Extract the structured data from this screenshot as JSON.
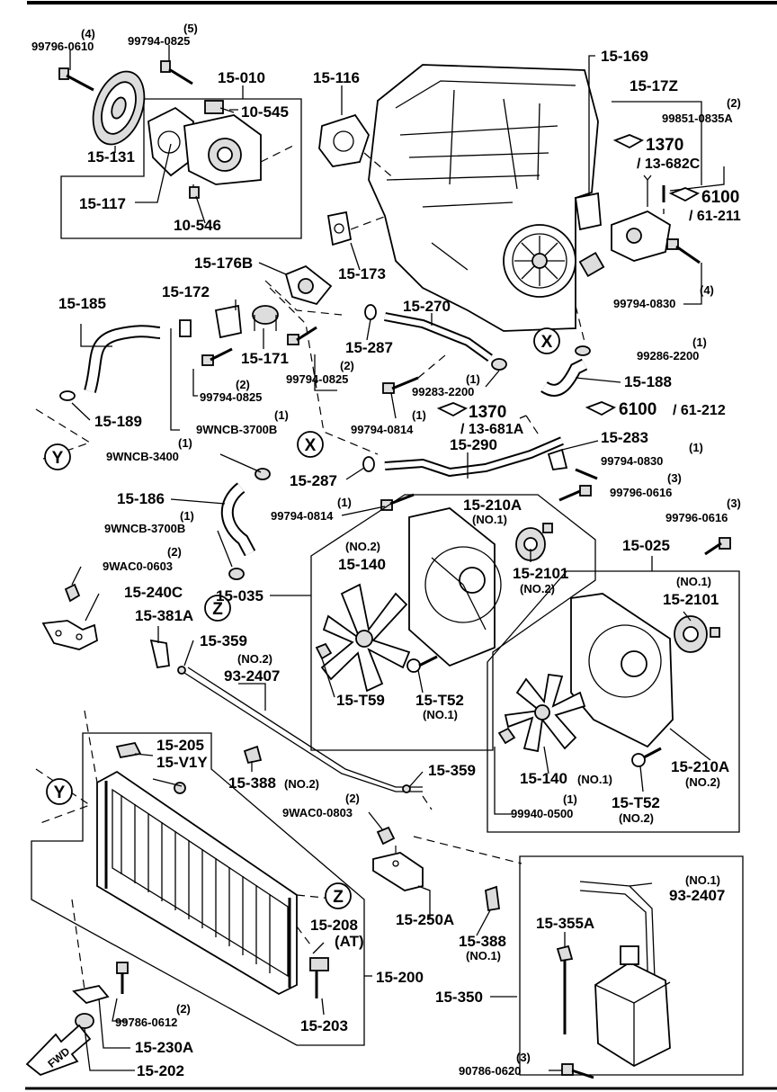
{
  "labels": {
    "q4a": "(4)",
    "b99796_0610": "99796-0610",
    "q5": "(5)",
    "b99794_0825a": "99794-0825",
    "p15_010": "15-010",
    "p15_116": "15-116",
    "p15_169": "15-169",
    "p15_17Z": "15-17Z",
    "p10_545": "10-545",
    "p15_131": "15-131",
    "p15_117": "15-117",
    "p10_546": "10-546",
    "q2a": "(2)",
    "b99851_0835A": "99851-0835A",
    "r1370a": "1370",
    "r13_682C": "/ 13-682C",
    "r6100a": "6100",
    "r61_211": "/ 61-211",
    "p15_173": "15-173",
    "p15_176B": "15-176B",
    "p15_172": "15-172",
    "p15_185": "15-185",
    "p15_171": "15-171",
    "p15_287a": "15-287",
    "p15_270": "15-270",
    "q4b": "(4)",
    "b99794_0830a": "99794-0830",
    "q2b": "(2)",
    "b99794_0825b": "99794-0825",
    "q2c": "(2)",
    "b99794_0825c": "99794-0825",
    "xA": "X",
    "q1a": "(1)",
    "b99286_2200": "99286-2200",
    "q1b": "(1)",
    "b99283_2200": "99283-2200",
    "p15_188": "15-188",
    "p15_189": "15-189",
    "q1c": "(1)",
    "b99794_0814a": "99794-0814",
    "r1370b": "1370",
    "r13_681A": "/ 13-681A",
    "r6100b": "6100",
    "r61_212": "/ 61-212",
    "q1d": "(1)",
    "b9WNCB_3700Ba": "9WNCB-3700B",
    "yA": "Y",
    "q1e": "(1)",
    "b9WNCB_3400": "9WNCB-3400",
    "xB": "X",
    "p15_290": "15-290",
    "p15_283": "15-283",
    "q1f": "(1)",
    "b99794_0830b": "99794-0830",
    "p15_287b": "15-287",
    "q3a": "(3)",
    "b99796_0616a": "99796-0616",
    "p15_186": "15-186",
    "q1g": "(1)",
    "b99794_0814b": "99794-0814",
    "p15_210A_a": "15-210A",
    "no1a": "(NO.1)",
    "q3b": "(3)",
    "b99796_0616b": "99796-0616",
    "q1h": "(1)",
    "b9WNCB_3700Bb": "9WNCB-3700B",
    "no2a": "(NO.2)",
    "p15_140a": "15-140",
    "p15_2101a": "15-2101",
    "no2b": "(NO.2)",
    "p15_025": "15-025",
    "q2d": "(2)",
    "b9WAC0_0603a": "9WAC0-0603",
    "p15_035": "15-035",
    "zA": "Z",
    "p15_240C": "15-240C",
    "no1b": "(NO.1)",
    "p15_2101b": "15-2101",
    "p15_381A": "15-381A",
    "p15_359a": "15-359",
    "no2c": "(NO.2)",
    "p93_2407a": "93-2407",
    "p15_T59": "15-T59",
    "p15_T52a": "15-T52",
    "no1c": "(NO.1)",
    "p15_205": "15-205",
    "p15_V1Y": "15-V1Y",
    "p15_388a": "15-388",
    "no2d": "(NO.2)",
    "p15_359b": "15-359",
    "p15_140b": "15-140",
    "no1d": "(NO.1)",
    "p15_210A_b": "15-210A",
    "no2e": "(NO.2)",
    "yB": "Y",
    "q2e": "(2)",
    "b9WAC0_0803": "9WAC0-0803",
    "q1i": "(1)",
    "b99940_0500": "99940-0500",
    "p15_T52b": "15-T52",
    "no2f": "(NO.2)",
    "no1e": "(NO.1)",
    "p93_2407b": "93-2407",
    "zB": "Z",
    "p15_208": "15-208",
    "at": "(AT)",
    "p15_250A": "15-250A",
    "p15_355A": "15-355A",
    "p15_388b": "15-388",
    "no1f": "(NO.1)",
    "p15_200": "15-200",
    "p15_350": "15-350",
    "q2f": "(2)",
    "b99786_0612": "99786-0612",
    "p15_203": "15-203",
    "p15_230A": "15-230A",
    "q3c": "(3)",
    "b90786_0620": "90786-0620",
    "fwd": "FWD",
    "p15_202": "15-202"
  }
}
